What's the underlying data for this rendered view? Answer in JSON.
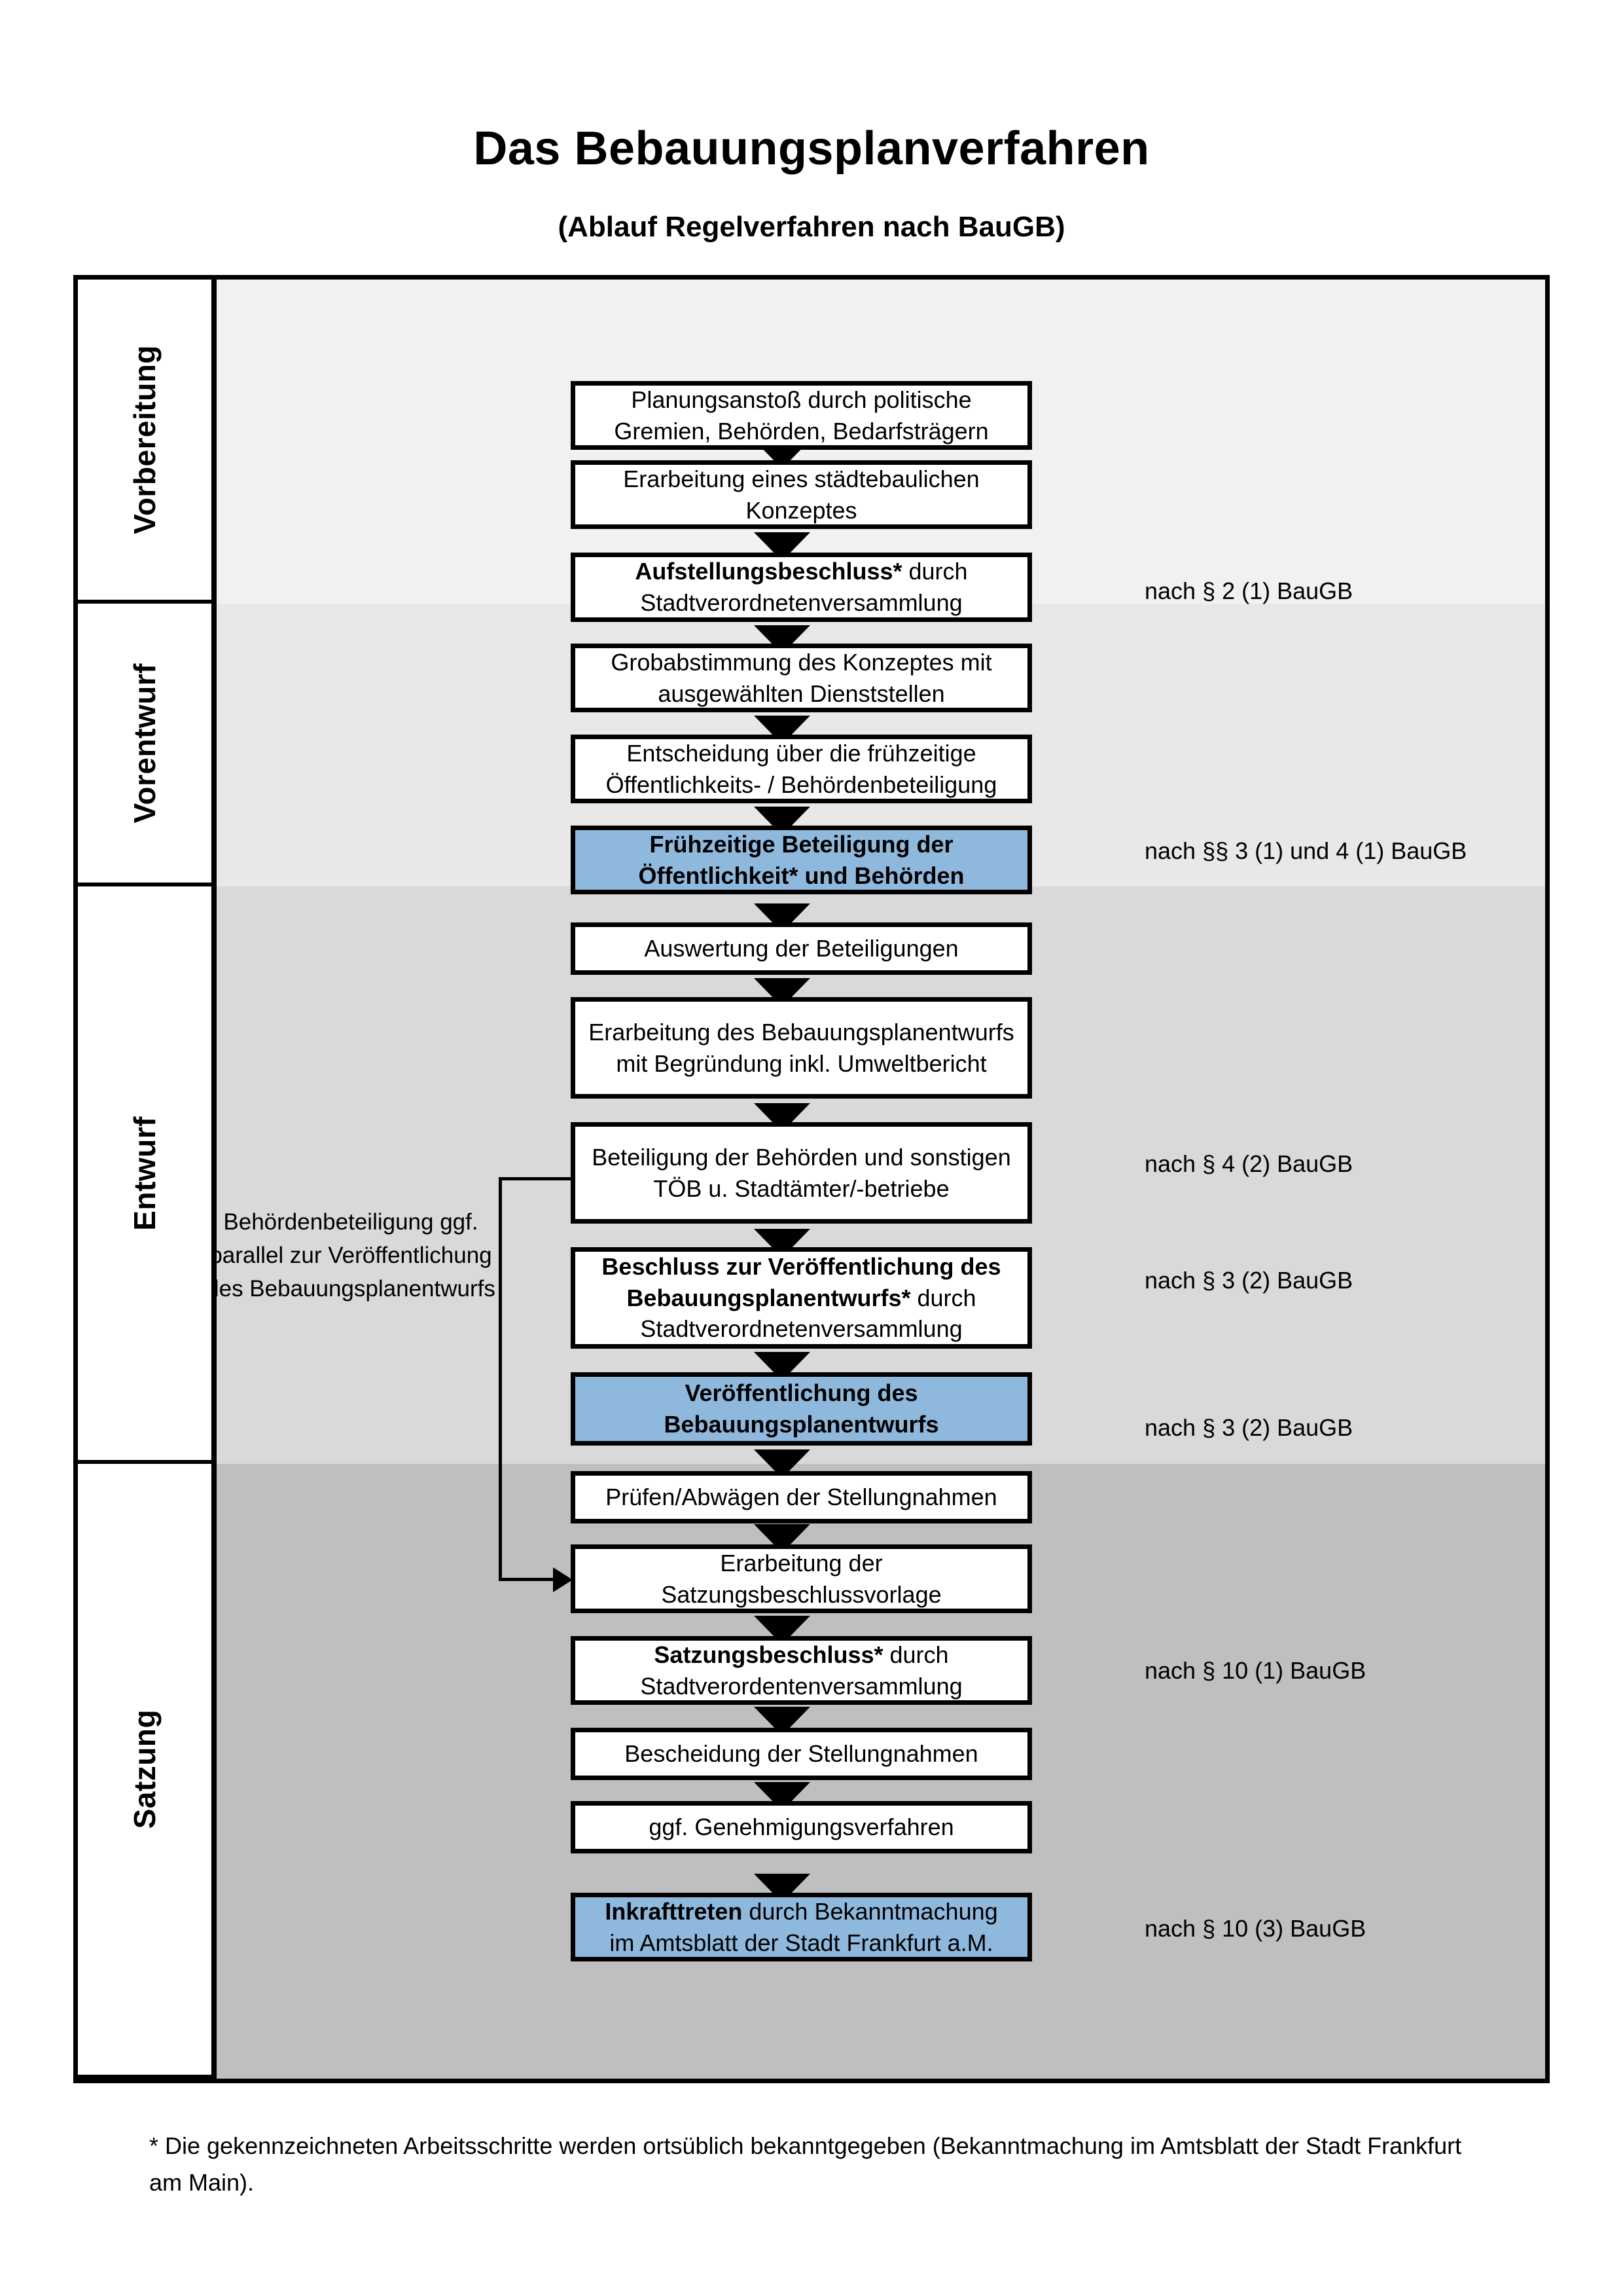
{
  "header": {
    "title": "Das Bebauungsplanverfahren",
    "subtitle": "(Ablauf Regelverfahren nach BauGB)"
  },
  "phases": [
    {
      "label": "Vorbereitung"
    },
    {
      "label": "Vorentwurf"
    },
    {
      "label": "Entwurf"
    },
    {
      "label": "Satzung"
    }
  ],
  "steps": [
    {
      "id": "planungsanstoss",
      "text": "Planungsanstoß durch politische Gremien, Behörden, Bedarfsträgern",
      "bold_prefix": "",
      "highlight": false
    },
    {
      "id": "staedtebauliches-konzept",
      "text": "Erarbeitung eines städtebaulichen Konzeptes",
      "bold_prefix": "",
      "highlight": false
    },
    {
      "id": "aufstellungsbeschluss",
      "text": "Stadtverordnetenversammlung",
      "bold_prefix": "Aufstellungsbeschluss*",
      "mid_text": " durch",
      "highlight": false
    },
    {
      "id": "grobabstimmung",
      "text": "Grobabstimmung des Konzeptes mit ausgewählten Dienststellen",
      "bold_prefix": "",
      "highlight": false
    },
    {
      "id": "entscheidung-fruehzeitige-beteiligung",
      "text": "Entscheidung über die frühzeitige Öffentlichkeits- / Behördenbeteiligung",
      "bold_prefix": "",
      "highlight": false
    },
    {
      "id": "fruehzeitige-beteiligung",
      "text": "Frühzeitige Beteiligung der Öffentlichkeit* und Behörden",
      "bold_prefix": "",
      "highlight": true
    },
    {
      "id": "auswertung-beteiligungen",
      "text": "Auswertung der Beteiligungen",
      "bold_prefix": "",
      "highlight": false
    },
    {
      "id": "erarbeitung-bebauungsplanentwurf",
      "text": "Erarbeitung des Bebauungsplanentwurfs mit Begründung inkl. Umweltbericht",
      "bold_prefix": "",
      "highlight": false
    },
    {
      "id": "beteiligung-behoerden-toeb",
      "text": "Beteiligung der Behörden und sonstigen TÖB u. Stadtämter/-betriebe",
      "bold_prefix": "",
      "highlight": false
    },
    {
      "id": "beschluss-veroeffentlichung",
      "text": "Stadtverordnetenversammlung",
      "bold_prefix": "Beschluss zur Veröffentlichung des Bebauungsplanentwurfs*",
      "mid_text": " durch",
      "highlight": false
    },
    {
      "id": "veroeffentlichung-entwurf",
      "text": "Veröffentlichung des Bebauungsplanentwurfs",
      "bold_prefix": "",
      "highlight": true
    },
    {
      "id": "pruefen-abwaegen",
      "text": "Prüfen/Abwägen der Stellungnahmen",
      "bold_prefix": "",
      "highlight": false
    },
    {
      "id": "erarbeitung-satzungsbeschlussvorlage",
      "text": "Erarbeitung der Satzungsbeschlussvorlage",
      "bold_prefix": "",
      "highlight": false
    },
    {
      "id": "satzungsbeschluss",
      "text": "Stadtverordentenversammlung",
      "bold_prefix": "Satzungsbeschluss*",
      "mid_text": " durch",
      "highlight": false
    },
    {
      "id": "bescheidung-stellungnahmen",
      "text": "Bescheidung der Stellungnahmen",
      "bold_prefix": "",
      "highlight": false
    },
    {
      "id": "genehmigungsverfahren",
      "text": "ggf. Genehmigungsverfahren",
      "bold_prefix": "",
      "highlight": false
    },
    {
      "id": "inkrafttreten",
      "text": "im Amtsblatt der Stadt Frankfurt a.M.",
      "bold_prefix": "Inkrafttreten",
      "mid_text": " durch Bekanntmachung",
      "highlight": true
    }
  ],
  "references": [
    {
      "id": "ref-par2-1",
      "text": "nach § 2 (1) BauGB"
    },
    {
      "id": "ref-par3-1-4-1",
      "text": "nach §§ 3 (1) und 4 (1) BauGB"
    },
    {
      "id": "ref-par4-2",
      "text": "nach § 4 (2) BauGB"
    },
    {
      "id": "ref-par3-2a",
      "text": "nach § 3 (2) BauGB"
    },
    {
      "id": "ref-par3-2b",
      "text": "nach § 3 (2) BauGB"
    },
    {
      "id": "ref-par10-1",
      "text": "nach § 10 (1) BauGB"
    },
    {
      "id": "ref-par10-3",
      "text": "nach § 10 (3) BauGB"
    }
  ],
  "sidenote": {
    "text": "Behördenbeteiligung ggf. parallel zur Veröffentlichung des Bebauungsplanentwurfs"
  },
  "footnote": {
    "text": "* Die gekennzeichneten Arbeitsschritte werden ortsüblich bekanntgegeben (Bekanntmachung im Amtsblatt  der Stadt Frankfurt am Main)."
  },
  "colors": {
    "highlight_fill": "#8fb8dd",
    "band_vorbereitung": "#f1f1f1",
    "band_vorentwurf": "#e8e8e8",
    "band_entwurf": "#d9d9d9",
    "band_satzung": "#bfbfbf",
    "outline": "#000000"
  }
}
